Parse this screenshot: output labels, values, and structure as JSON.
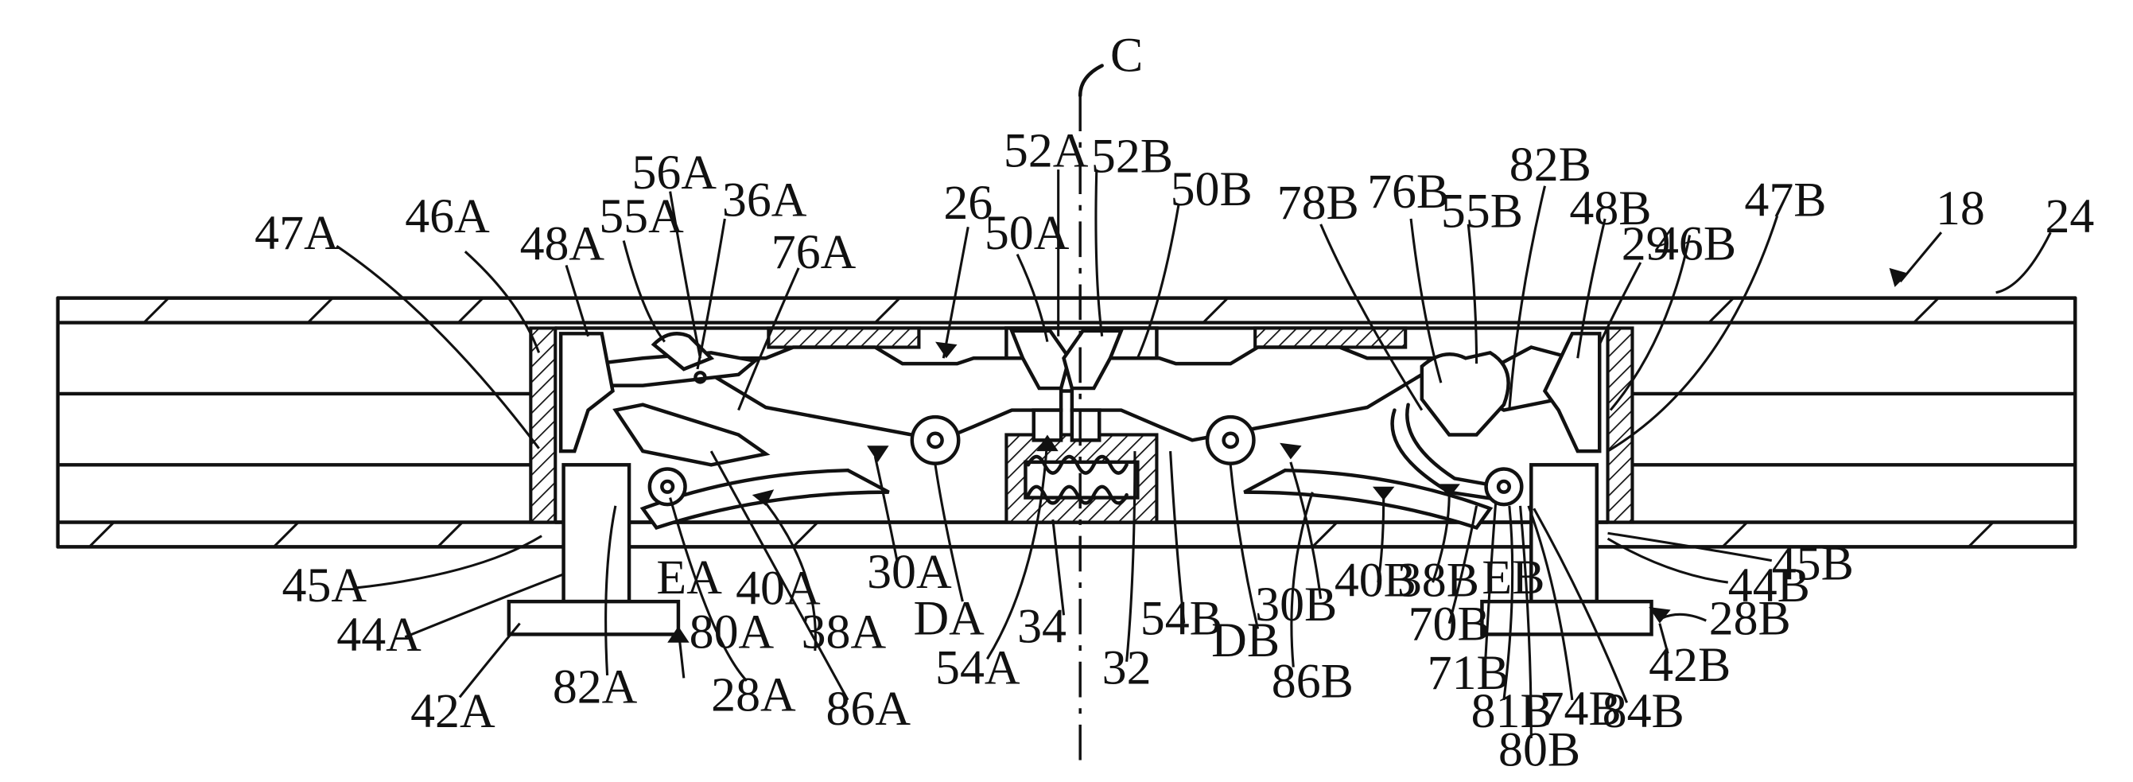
{
  "labels": {
    "C": "C",
    "l18": "18",
    "l24": "24",
    "l26": "26",
    "l29": "29",
    "l32": "32",
    "l34": "34",
    "l36A": "36A",
    "l38A": "38A",
    "l38B": "38B",
    "l40A": "40A",
    "l40B": "40B",
    "l42A": "42A",
    "l42B": "42B",
    "l44A": "44A",
    "l44B": "44B",
    "l45A": "45A",
    "l45B": "45B",
    "l46A": "46A",
    "l46B": "46B",
    "l47A": "47A",
    "l47B": "47B",
    "l48A": "48A",
    "l48B": "48B",
    "l50A": "50A",
    "l50B": "50B",
    "l52A": "52A",
    "l52B": "52B",
    "l54A": "54A",
    "l54B": "54B",
    "l55A": "55A",
    "l55B": "55B",
    "l56A": "56A",
    "l70B": "70B",
    "l71B": "71B",
    "l74B": "74B",
    "l76A": "76A",
    "l76B": "76B",
    "l78B": "78B",
    "l80A": "80A",
    "l80B": "80B",
    "l81B": "81B",
    "l82A": "82A",
    "l82B": "82B",
    "l84B": "84B",
    "l86A": "86A",
    "l86B": "86B",
    "l28A": "28A",
    "l28B": "28B",
    "l30A": "30A",
    "l30B": "30B",
    "DA": "DA",
    "DB": "DB",
    "EA": "EA",
    "EB": "EB"
  }
}
